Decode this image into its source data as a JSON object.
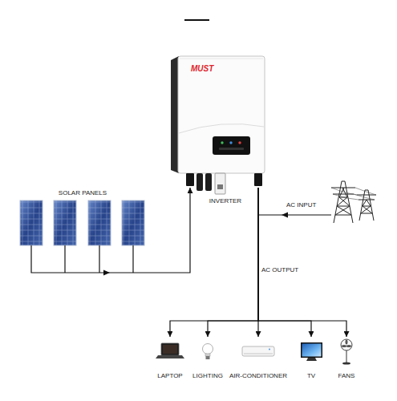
{
  "diagram": {
    "nodes": [
      {
        "text": [
          "MUST",
          "INVERTER"
        ]
      },
      {
        "text": [
          "SOLAR PANELS"
        ]
      },
      {
        "text": [
          "LAPTOP"
        ]
      },
      {
        "text": [
          "LIGHTING"
        ]
      },
      {
        "text": [
          "AIR-CONDITIONER"
        ]
      },
      {
        "text": [
          "TV"
        ]
      },
      {
        "text": [
          "FANS"
        ]
      }
    ],
    "edges": [
      {
        "from": 1,
        "to": 0,
        "arrow": "to"
      },
      {
        "from": 0,
        "to": 2,
        "arrow": "to"
      },
      {
        "from": 0,
        "to": 3,
        "arrow": "to"
      },
      {
        "from": 0,
        "to": 4,
        "arrow": "to",
        "label": "AC OUTPUT"
      },
      {
        "from": 0,
        "to": 5,
        "arrow": "to"
      },
      {
        "from": 0,
        "to": 6,
        "arrow": "to"
      }
    ],
    "labels": [
      "AC INPUT"
    ]
  }
}
